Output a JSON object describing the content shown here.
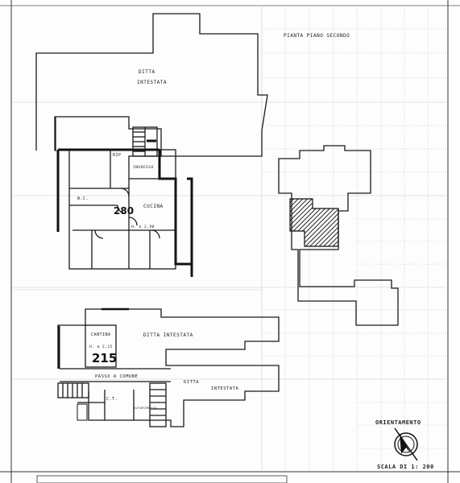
{
  "plan": {
    "title": "PIANTA PIANO SECONDO",
    "upper_third_party": [
      "DITTA",
      "INTESTATA"
    ],
    "room_rip": "RIP",
    "room_hallway": "INGRESSO",
    "room_wc": "W.C.",
    "room_kitchen": "CUCINA",
    "height_note": "H. m 2,90",
    "unit_number": "280",
    "lower_third_party": "DITTA INTESTATA",
    "lower_third_party_2": [
      "DITTA",
      "INTESTATA"
    ],
    "cellar": [
      "CANTINA",
      "H. m 2,15"
    ],
    "cellar_number": "215",
    "common_passage": "PASSO A COMUNE",
    "ct_label": "C.T.",
    "autorimessa": "AUTORIMESSA",
    "orientation_label": "ORIENTAMENTO",
    "scale_label": "SCALA DI 1: 200"
  },
  "colors": {
    "ink": "#1a1a1a",
    "grid": "#c9c9c9",
    "hatch": "#2a2a2a"
  },
  "icons": {
    "compass": "north-arrow-icon"
  }
}
